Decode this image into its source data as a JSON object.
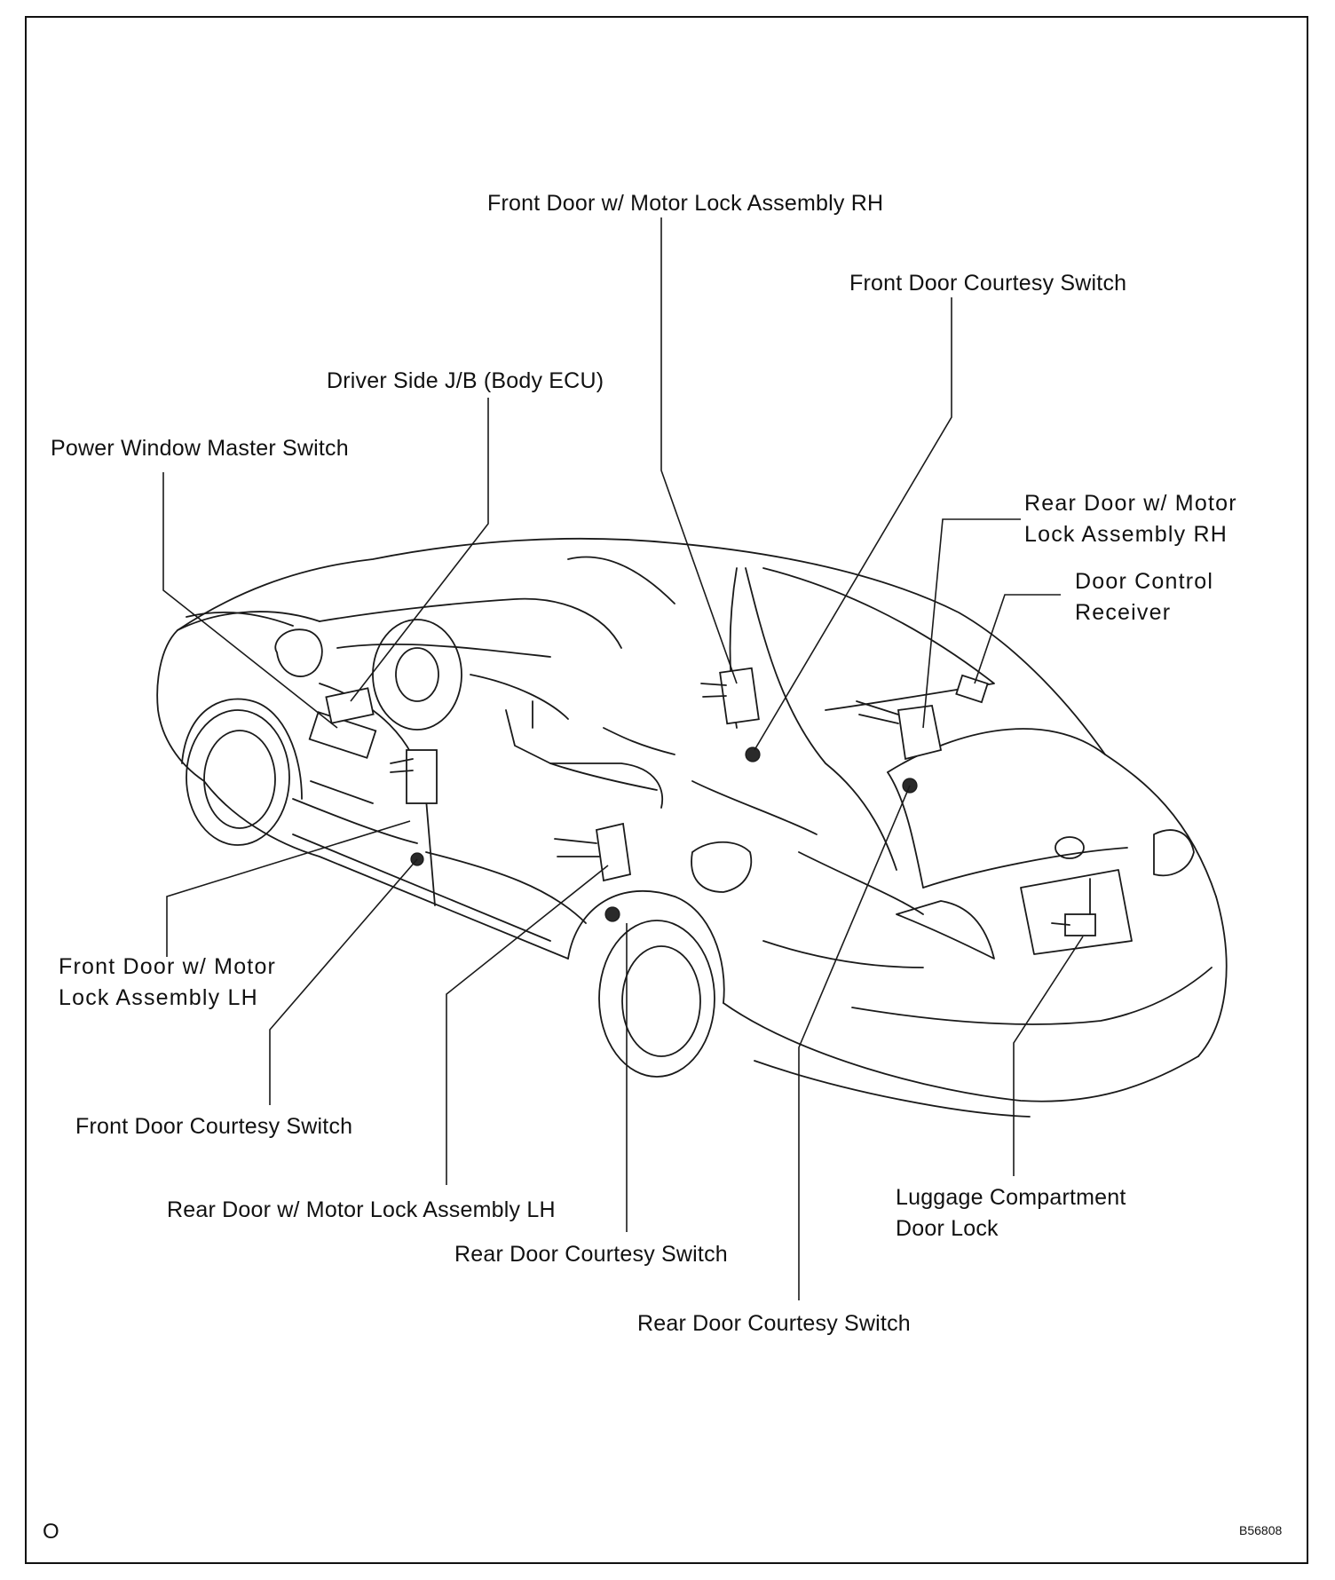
{
  "labels": {
    "front_door_lock_rh": "Front Door w/ Motor Lock Assembly RH",
    "front_courtesy_rh": "Front Door Courtesy Switch",
    "driver_jb": "Driver Side J/B (Body ECU)",
    "power_window_master": "Power Window Master Switch",
    "rear_door_lock_rh_line1": "Rear Door w/ Motor",
    "rear_door_lock_rh_line2": "Lock Assembly RH",
    "door_control_receiver_line1": "Door Control",
    "door_control_receiver_line2": "Receiver",
    "front_door_lock_lh_line1": "Front Door w/ Motor",
    "front_door_lock_lh_line2": "Lock Assembly LH",
    "front_courtesy_lh": "Front Door Courtesy Switch",
    "rear_door_lock_lh": "Rear Door w/ Motor Lock Assembly LH",
    "rear_courtesy_lh": "Rear Door Courtesy Switch",
    "luggage_lock_line1": "Luggage Compartment",
    "luggage_lock_line2": "Door Lock",
    "rear_courtesy_rh": "Rear Door Courtesy Switch"
  },
  "corner_left": "O",
  "corner_right": "B56808"
}
